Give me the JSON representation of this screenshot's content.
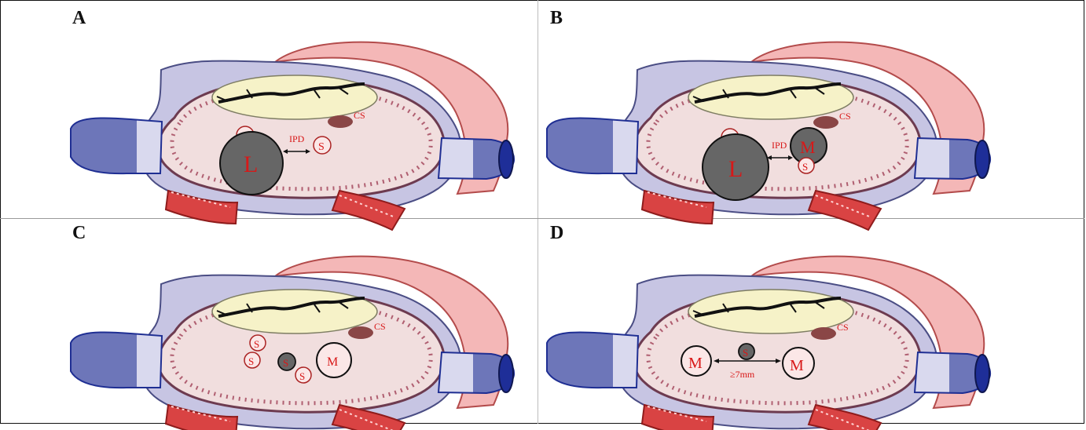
{
  "panels": [
    {
      "id": "A",
      "label": "A"
    },
    {
      "id": "B",
      "label": "B"
    },
    {
      "id": "C",
      "label": "C"
    },
    {
      "id": "D",
      "label": "D"
    }
  ],
  "labels": {
    "small": "S",
    "medium": "M",
    "large": "L",
    "coronary_sinus": "CS",
    "interpore_distance": "IPD",
    "distance_threshold": "≥7mm"
  },
  "colors": {
    "aorta": "#f4b7b7",
    "atrium": "#c7c5e3",
    "septum": "#f1dede",
    "valve": "#f6f2c8",
    "vessel_blue": "#1f2f93",
    "vessel_red": "#d94343",
    "cs_spot": "#8a4646",
    "text_red": "#d81818"
  }
}
